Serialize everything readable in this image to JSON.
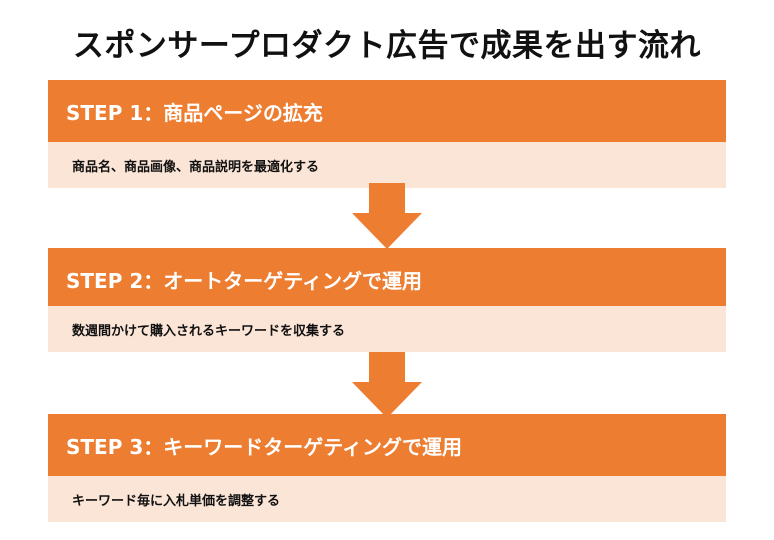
{
  "title": "スポンサープロダクト広告で成果を出す流れ",
  "steps": [
    {
      "header": "STEP 1：商品ページの拡充",
      "description": "商品名、商品画像、商品説明を最適化する"
    },
    {
      "header": "STEP 2：オートターゲティングで運用",
      "description": "数週間かけて購入されるキーワードを収集する"
    },
    {
      "header": "STEP 3：キーワードターゲティングで運用",
      "description": "キーワード毎に入札単価を調整する"
    }
  ],
  "colors": {
    "header_bg": "#ed7d31",
    "body_bg": "#fbe5d6",
    "arrow": "#ed7d31"
  }
}
